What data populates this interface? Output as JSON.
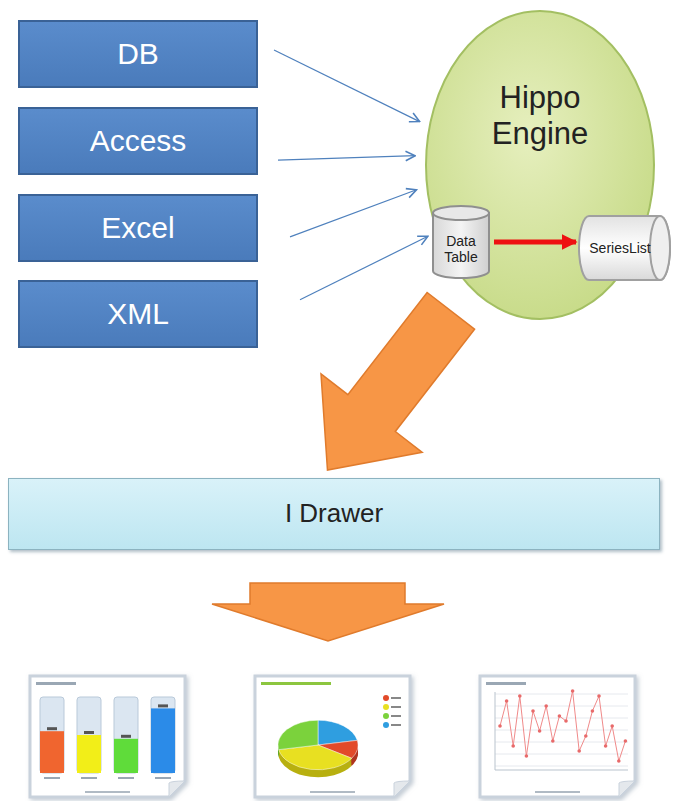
{
  "diagram": {
    "nodes": [
      {
        "text": [
          "DB"
        ]
      },
      {
        "text": [
          "Access"
        ]
      },
      {
        "text": [
          "Excel"
        ]
      },
      {
        "text": [
          "XML"
        ]
      },
      {
        "text": [
          "Hippo Engine"
        ]
      },
      {
        "text": [
          "Data Table"
        ],
        "in": 4
      },
      {
        "text": [
          "SeriesList"
        ],
        "in": 4
      },
      {
        "text": [
          "I Drawer"
        ]
      }
    ],
    "edges": [
      {
        "from": 0,
        "to": 4,
        "arrow": "to"
      },
      {
        "from": 1,
        "to": 4,
        "arrow": "to"
      },
      {
        "from": 2,
        "to": 4,
        "arrow": "to"
      },
      {
        "from": 3,
        "to": 4,
        "arrow": "to"
      },
      {
        "from": 5,
        "to": 6,
        "arrow": "to"
      },
      {
        "from": 4,
        "to": 7,
        "arrow": "to"
      }
    ]
  }
}
